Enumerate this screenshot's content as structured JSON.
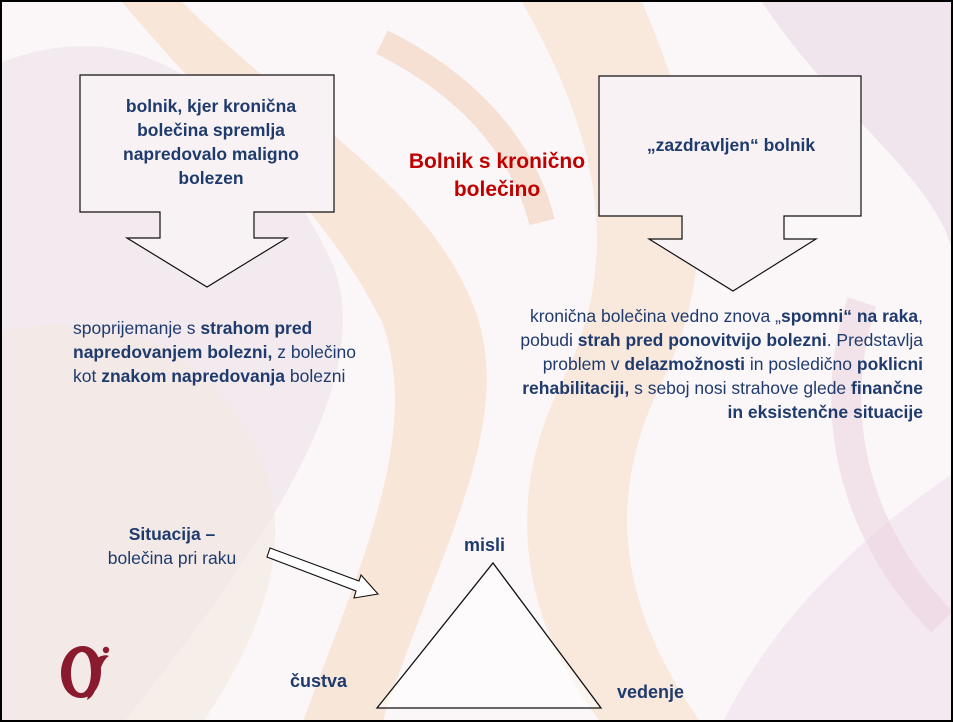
{
  "slide": {
    "title": "Bolnik s kronično bolečino",
    "left_box": "bolnik, kjer kronična bolečina spremlja napredovalo maligno bolezen",
    "right_box": "„zazdravljen“  bolnik",
    "left_text": {
      "p1": "spoprijemanje s ",
      "b1": "strahom pred napredovanjem bolezni,",
      "p2": " z bolečino kot ",
      "b2": "znakom napredovanja",
      "p3": " bolezni"
    },
    "right_text": {
      "p1": "kronična bolečina vedno znova „",
      "b1": "spomni“ na raka",
      "p2": ", pobudi ",
      "b2": "strah pred ponovitvijo bolezni",
      "p3": ". Predstavlja problem v ",
      "b3": "delazmožnosti",
      "p4": " in posledično ",
      "b4": "poklicni rehabilitaciji,",
      "p5": " s seboj nosi strahove glede ",
      "b5": "finančne in eksistenčne situacije"
    },
    "situation": {
      "heading": "Situacija –",
      "sub": "bolečina pri raku"
    },
    "triangle": {
      "top": "misli",
      "left": "čustva",
      "right": "vedenje"
    }
  },
  "colors": {
    "text": "#1f3b6e",
    "title": "#c00000",
    "logo": "#8a1a2e"
  }
}
